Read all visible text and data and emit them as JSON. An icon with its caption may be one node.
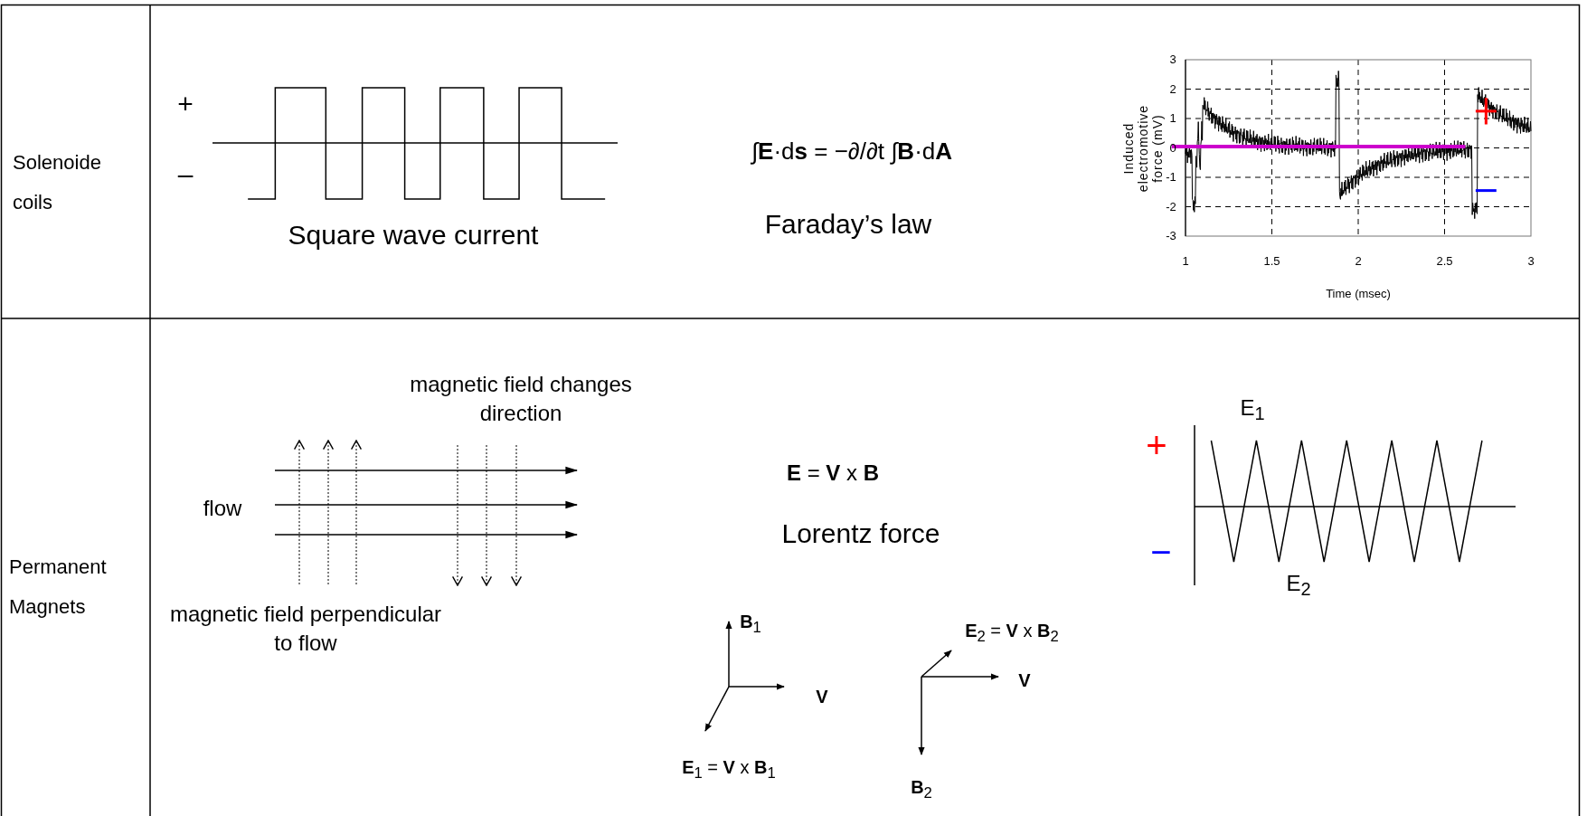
{
  "diagram": {
    "labels": [
      "Solenoide coils",
      "+",
      "–",
      "Square wave current",
      "∫**E**·d**s** = −∂/∂t ∫**B**·d**A**",
      "Faraday’s law",
      "3",
      "2",
      "1",
      "0",
      "-1",
      "-2",
      "-3",
      "1",
      "1.5",
      "2",
      "2.5",
      "3",
      "Induced electromotive force (mV)",
      "Time (msec)",
      "Permanent Magnets",
      "magnetic field changes direction",
      "flow",
      "magnetic field perpendicular to flow",
      "**E** = **V** x **B**",
      "Lorentz force",
      "+",
      "−",
      "E$_{1}$",
      "E$_{2}$",
      "**B**$_{1}$",
      "**E**$_{2}$ = **V** x **B**$_{2}$",
      "**V**",
      "**V**",
      "**E**$_{1}$ = **V** x **B**$_{1}$",
      "**B**$_{2}$"
    ]
  }
}
